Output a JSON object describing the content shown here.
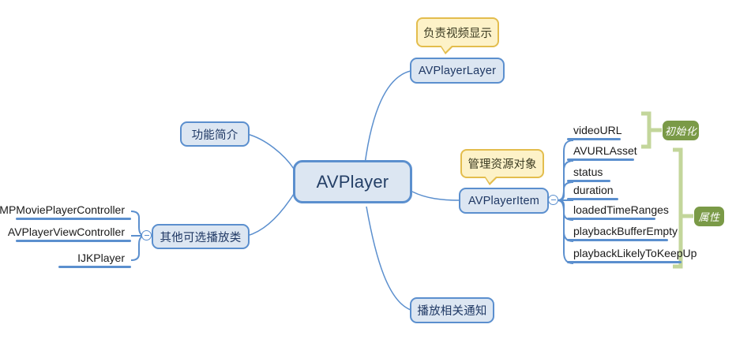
{
  "diagram": {
    "type": "mindmap",
    "title": "AVPlayer",
    "central": {
      "label": "AVPlayer"
    },
    "colors": {
      "node_fill": "#dce6f2",
      "node_border": "#5b8fce",
      "node_text": "#1f3864",
      "callout_fill": "#fdf2c8",
      "callout_border": "#e3bd4d",
      "group_label_fill": "#7a9a47",
      "bracket": "#c3d69b",
      "leaf_bar": "#5b8fce"
    },
    "callouts": [
      {
        "id": "callout-video-display",
        "text": "负责视频显示",
        "points_to": "AVPlayerLayer"
      },
      {
        "id": "callout-manage-resource",
        "text": "管理资源对象",
        "points_to": "AVPlayerItem"
      }
    ],
    "nodes": {
      "avplayerlayer": {
        "label": "AVPlayerLayer"
      },
      "feature_intro": {
        "label": "功能简介"
      },
      "other_players": {
        "label": "其他可选播放类"
      },
      "avplayeritem": {
        "label": "AVPlayerItem"
      },
      "notifications": {
        "label": "播放相关通知"
      }
    },
    "other_players_children": [
      {
        "label": "MPMoviePlayerController"
      },
      {
        "label": "AVPlayerViewController"
      },
      {
        "label": "IJKPlayer"
      }
    ],
    "avplayeritem_children": [
      {
        "label": "videoURL",
        "group": "初始化"
      },
      {
        "label": "AVURLAsset",
        "group": "初始化"
      },
      {
        "label": "status",
        "group": "属性"
      },
      {
        "label": "duration",
        "group": "属性"
      },
      {
        "label": "loadedTimeRanges",
        "group": "属性"
      },
      {
        "label": "playbackBufferEmpty",
        "group": "属性"
      },
      {
        "label": "playbackLikelyToKeepUp",
        "group": "属性"
      }
    ],
    "group_labels": [
      {
        "id": "group-init",
        "text": "初始化"
      },
      {
        "id": "group-properties",
        "text": "属性"
      }
    ],
    "toggles": [
      {
        "id": "toggle-other-players",
        "state": "expanded",
        "glyph": "minus"
      },
      {
        "id": "toggle-avplayeritem",
        "state": "expanded",
        "glyph": "minus"
      }
    ]
  }
}
